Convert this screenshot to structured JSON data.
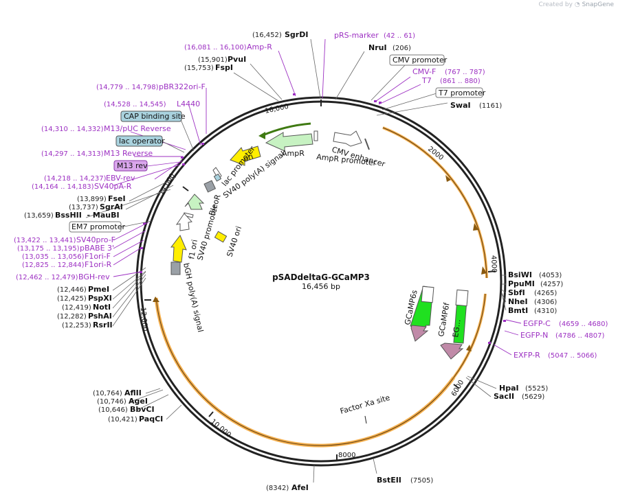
{
  "credit": {
    "prefix": "Created by",
    "brand": "SnapGene"
  },
  "plasmid": {
    "name": "pSADdeltaG-GCaMP3",
    "length_label": "16,456 bp",
    "length": 16456
  },
  "ticks": [
    "2000",
    "4000",
    "6000",
    "8000",
    "10,000",
    "12,000",
    "14,000",
    "16,000"
  ],
  "sites": [
    {
      "name": "SgrDI",
      "pos": "(16,452)"
    },
    {
      "name": "NruI",
      "pos": "(206)"
    },
    {
      "name": "SwaI",
      "pos": "(1161)"
    },
    {
      "name": "PvuI",
      "pos": "(15,901)"
    },
    {
      "name": "FspI",
      "pos": "(15,753)"
    },
    {
      "name": "FseI",
      "pos": "(13,899)"
    },
    {
      "name": "SgrAI",
      "pos": "(13,737)"
    },
    {
      "name": "BssHII  - MauBI",
      "pos": "(13,659)"
    },
    {
      "name": "PmeI",
      "pos": "(12,446)"
    },
    {
      "name": "PspXI",
      "pos": "(12,425)"
    },
    {
      "name": "NotI",
      "pos": "(12,419)"
    },
    {
      "name": "PshAI",
      "pos": "(12,282)"
    },
    {
      "name": "RsrII",
      "pos": "(12,253)"
    },
    {
      "name": "BsiWI",
      "pos": "(4053)"
    },
    {
      "name": "PpuMI",
      "pos": "(4257)"
    },
    {
      "name": "SbfI",
      "pos": "(4265)"
    },
    {
      "name": "NheI",
      "pos": "(4306)"
    },
    {
      "name": "BmtI",
      "pos": "(4310)"
    },
    {
      "name": "HpaI",
      "pos": "(5525)"
    },
    {
      "name": "SacII",
      "pos": "(5629)"
    },
    {
      "name": "AflII",
      "pos": "(10,764)"
    },
    {
      "name": "AgeI",
      "pos": "(10,746)"
    },
    {
      "name": "BbvCI",
      "pos": "(10,646)"
    },
    {
      "name": "PaqCI",
      "pos": "(10,421)"
    },
    {
      "name": "BstEII",
      "pos": "(7505)"
    },
    {
      "name": "AfeI",
      "pos": "(8342)"
    }
  ],
  "primers": [
    {
      "name": "pRS-marker",
      "pos": "(42 .. 61)"
    },
    {
      "name": "Amp-R",
      "pos": "(16,081 .. 16,100)"
    },
    {
      "name": "CMV-F",
      "pos": "(767 .. 787)"
    },
    {
      "name": "T7",
      "pos": "(861 .. 880)"
    },
    {
      "name": "pBR322ori-F",
      "pos": "(14,779 .. 14,798)"
    },
    {
      "name": "L4440",
      "pos": "(14,528 .. 14,545)"
    },
    {
      "name": "M13/pUC Reverse",
      "pos": "(14,310 .. 14,332)"
    },
    {
      "name": "M13 Reverse",
      "pos": "(14,297 .. 14,313)"
    },
    {
      "name": "EBV-rev",
      "pos": "(14,218 .. 14,237)"
    },
    {
      "name": "SV40pA-R",
      "pos": "(14,164 .. 14,183)"
    },
    {
      "name": "SV40pro-F",
      "pos": "(13,422 .. 13,441)"
    },
    {
      "name": "pBABE 3'",
      "pos": "(13,175 .. 13,195)"
    },
    {
      "name": "F1ori-F",
      "pos": "(13,035 .. 13,056)"
    },
    {
      "name": "F1ori-R",
      "pos": "(12,825 .. 12,844)"
    },
    {
      "name": "BGH-rev",
      "pos": "(12,462 .. 12,479)"
    },
    {
      "name": "EGFP-C",
      "pos": "(4659 .. 4680)"
    },
    {
      "name": "EGFP-N",
      "pos": "(4786 .. 4807)"
    },
    {
      "name": "EXFP-R",
      "pos": "(5047 .. 5066)"
    }
  ],
  "boxed": {
    "cmv_promoter": "CMV promoter",
    "t7_promoter": "T7 promoter",
    "cap": "CAP binding site",
    "lac_operator": "lac operator",
    "m13_rev": "M13 rev",
    "em7": "EM7 promoter"
  },
  "features": {
    "cmv_enhancer": "CMV enhancer",
    "ampr": "AmpR",
    "ampr_promoter": "AmpR promoter",
    "ori": "ori",
    "lac_promoter": "lac promoter",
    "sv40_pa": "SV40 poly(A) signal",
    "bleor": "BleoR",
    "sv40_promoter": "SV40 promoter",
    "f1_ori": "f1 ori",
    "sv40_ori": "SV40 ori",
    "bgh": "bGH poly(A) signal",
    "gcamp6s": "GCaMP6s",
    "gcamp6f": "GCaMP6f",
    "eg": "EG…",
    "factor_xa": "Factor Xa site"
  },
  "colors": {
    "primer": "#9c2fc2",
    "orf": "#f3a63a",
    "ampr": "#c7f2c2",
    "ori": "#ffee00",
    "gcamp": "#20e020",
    "gcamp_tail": "#c08aa8",
    "box_blue": "#a9d2de",
    "box_purple": "#d9a6ec",
    "gray_feature": "#9aa0a6"
  }
}
